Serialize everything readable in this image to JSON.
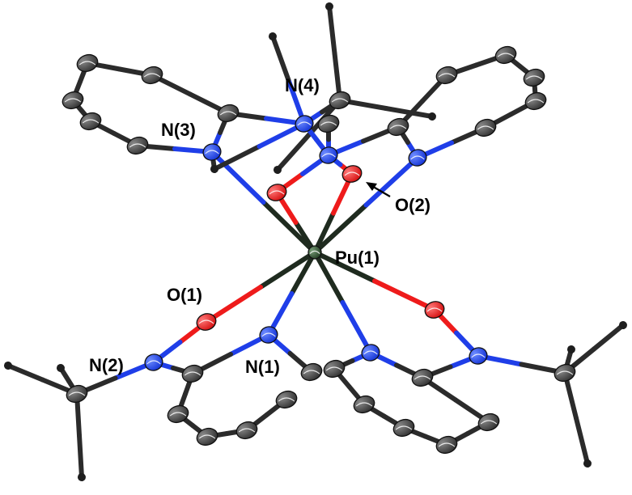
{
  "labels": {
    "pu1": "Pu(1)",
    "o1": "O(1)",
    "o2": "O(2)",
    "n1": "N(1)",
    "n2": "N(2)",
    "n3": "N(3)",
    "n4": "N(4)"
  },
  "colors": {
    "background": "#ffffff",
    "carbon": "#3a3a3a",
    "nitrogen": "#1d4ef2",
    "oxygen": "#ee1111",
    "plutonium": "#2c4a2c",
    "bond_c": "#2b2b2b",
    "bond_n": "#1f3ee8",
    "bond_o": "#ee1b1b",
    "bond_pu": "#1f2b1f"
  }
}
